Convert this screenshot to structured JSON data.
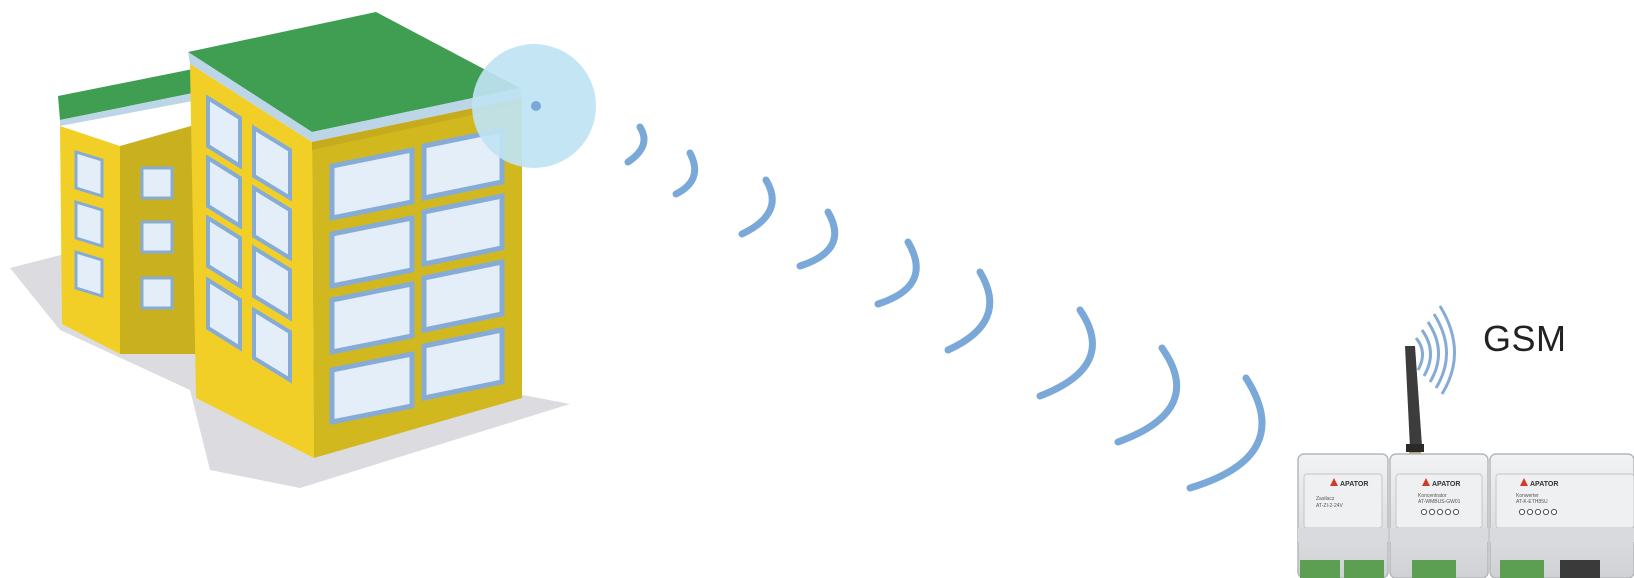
{
  "diagram": {
    "gsm_label": "GSM",
    "modules": [
      {
        "brand": "APATOR",
        "line1": "Zasilacz",
        "line2": "AT-ZI-2-24V"
      },
      {
        "brand": "APATOR",
        "line1": "Koncentrator",
        "line2": "AT-WMBUS-GW01"
      },
      {
        "brand": "APATOR",
        "line1": "Konwerter",
        "line2": "AT-K-ETH85U"
      }
    ],
    "colors": {
      "facade": "#f2cf27",
      "facade_side": "#c9b01f",
      "roof": "#3f9e52",
      "window_glass": "#e4eef8",
      "window_reveal": "#86acd6",
      "signal": "#7aa8d8",
      "radio_bubble": "#bfe3f3",
      "shadow": "#dcdce0",
      "module_body": "#e6e7e9"
    },
    "icons": [
      "building",
      "radio-signal-icon",
      "antenna-icon",
      "gsm-signal-icon",
      "din-rail-module"
    ]
  }
}
